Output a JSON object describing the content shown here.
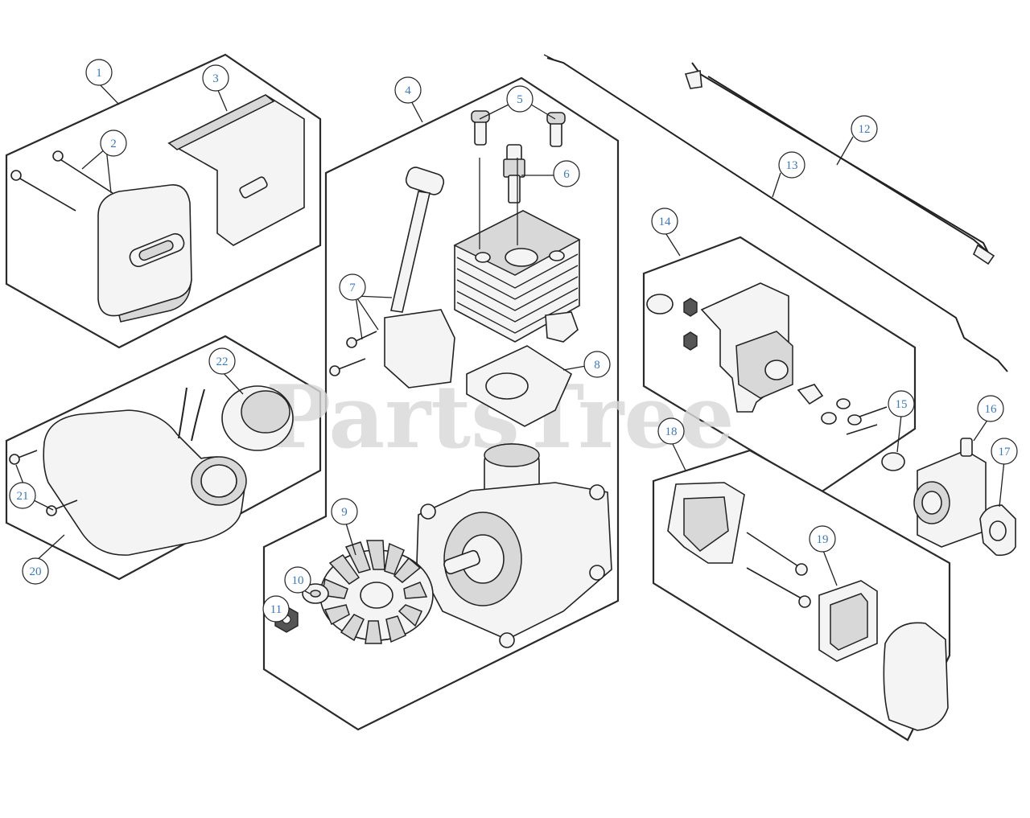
{
  "watermark": "PartsTree",
  "colors": {
    "callout_text": "#3a78c2",
    "line": "#222222",
    "watermark": "#d9d9d9"
  },
  "callouts": [
    "1",
    "2",
    "3",
    "4",
    "5",
    "6",
    "7",
    "8",
    "9",
    "10",
    "11",
    "12",
    "13",
    "14",
    "15",
    "16",
    "17",
    "18",
    "19",
    "20",
    "21",
    "22"
  ]
}
